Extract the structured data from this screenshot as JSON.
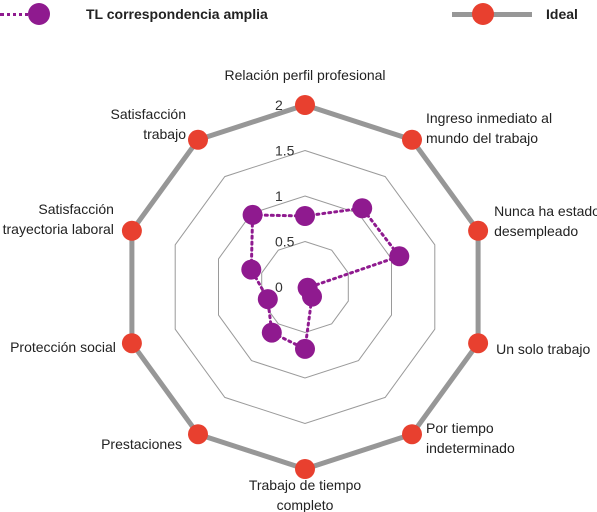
{
  "legend": {
    "series_1_label": "TL correspondencia amplia",
    "series_2_label": "Ideal"
  },
  "chart_data": {
    "type": "radar",
    "axes": [
      "Relación perfil profesional",
      "Ingreso inmediato al mundo del trabajo",
      "Nunca ha estado desempleado",
      "Un solo trabajo",
      "Por tiempo indeterminado",
      "Trabajo de tiempo completo",
      "Prestaciones",
      "Protección social",
      "Satisfacción trayectoria laboral",
      "Satisfacción trabajo"
    ],
    "axis_label_lines": [
      [
        "Relación perfil profesional"
      ],
      [
        "Ingreso inmediato al",
        "mundo del trabajo"
      ],
      [
        "Nunca ha estado",
        "desempleado"
      ],
      [
        "Un solo trabajo"
      ],
      [
        "Por tiempo",
        "indeterminado"
      ],
      [
        "Trabajo de tiempo",
        "completo"
      ],
      [
        "Prestaciones"
      ],
      [
        "Protección social"
      ],
      [
        "Satisfacción",
        "trayectoria laboral"
      ],
      [
        "Satisfacción",
        "trabajo"
      ]
    ],
    "rmin": 0,
    "rmax": 2,
    "ticks": [
      0,
      0.5,
      1,
      1.5,
      2
    ],
    "tick_labels": [
      "0",
      "0.5",
      "1",
      "1.5",
      "2"
    ],
    "series": [
      {
        "name": "TL correspondencia amplia",
        "values": [
          0.78,
          1.07,
          1.09,
          0.03,
          0.13,
          0.68,
          0.62,
          0.43,
          0.62,
          0.98
        ],
        "color": "#8f1a8f",
        "line": "dotted"
      },
      {
        "name": "Ideal",
        "values": [
          2,
          2,
          2,
          2,
          2,
          2,
          2,
          2,
          2,
          2
        ],
        "color": "#979797",
        "marker_color": "#e8402f",
        "line": "solid"
      }
    ],
    "grid": true,
    "legend_position": "top"
  }
}
